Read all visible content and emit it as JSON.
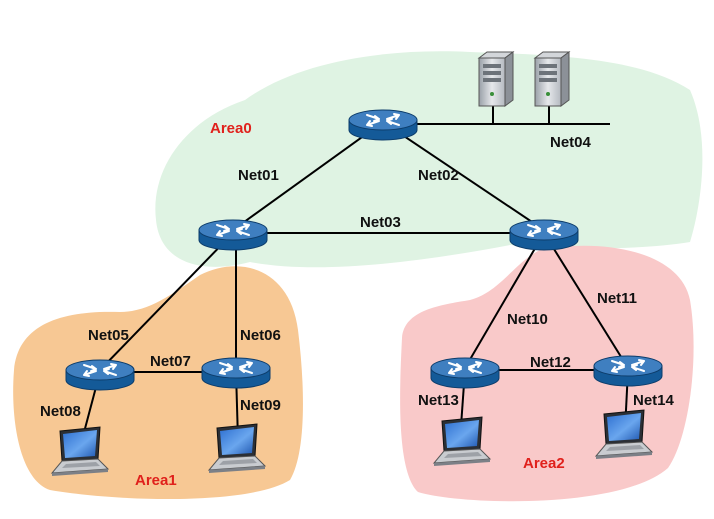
{
  "colors": {
    "area0": "#dff3e3",
    "area1": "#f7c894",
    "area2": "#f9c9c9",
    "area_label": "#e0211c",
    "router_top": "#3f7fc0",
    "router_side": "#145a98",
    "link": "#000000"
  },
  "areas": [
    {
      "id": "area0",
      "label": "Area0"
    },
    {
      "id": "area1",
      "label": "Area1"
    },
    {
      "id": "area2",
      "label": "Area2"
    }
  ],
  "networks": [
    {
      "id": "net01",
      "label": "Net01"
    },
    {
      "id": "net02",
      "label": "Net02"
    },
    {
      "id": "net03",
      "label": "Net03"
    },
    {
      "id": "net04",
      "label": "Net04"
    },
    {
      "id": "net05",
      "label": "Net05"
    },
    {
      "id": "net06",
      "label": "Net06"
    },
    {
      "id": "net07",
      "label": "Net07"
    },
    {
      "id": "net08",
      "label": "Net08"
    },
    {
      "id": "net09",
      "label": "Net09"
    },
    {
      "id": "net10",
      "label": "Net10"
    },
    {
      "id": "net11",
      "label": "Net11"
    },
    {
      "id": "net12",
      "label": "Net12"
    },
    {
      "id": "net13",
      "label": "Net13"
    },
    {
      "id": "net14",
      "label": "Net14"
    }
  ],
  "devices": {
    "routers": [
      "router-icon",
      "router-icon",
      "router-icon",
      "router-icon",
      "router-icon",
      "router-icon",
      "router-icon"
    ],
    "servers": [
      "server-icon",
      "server-icon"
    ],
    "laptops": [
      "laptop-icon",
      "laptop-icon",
      "laptop-icon",
      "laptop-icon"
    ]
  }
}
